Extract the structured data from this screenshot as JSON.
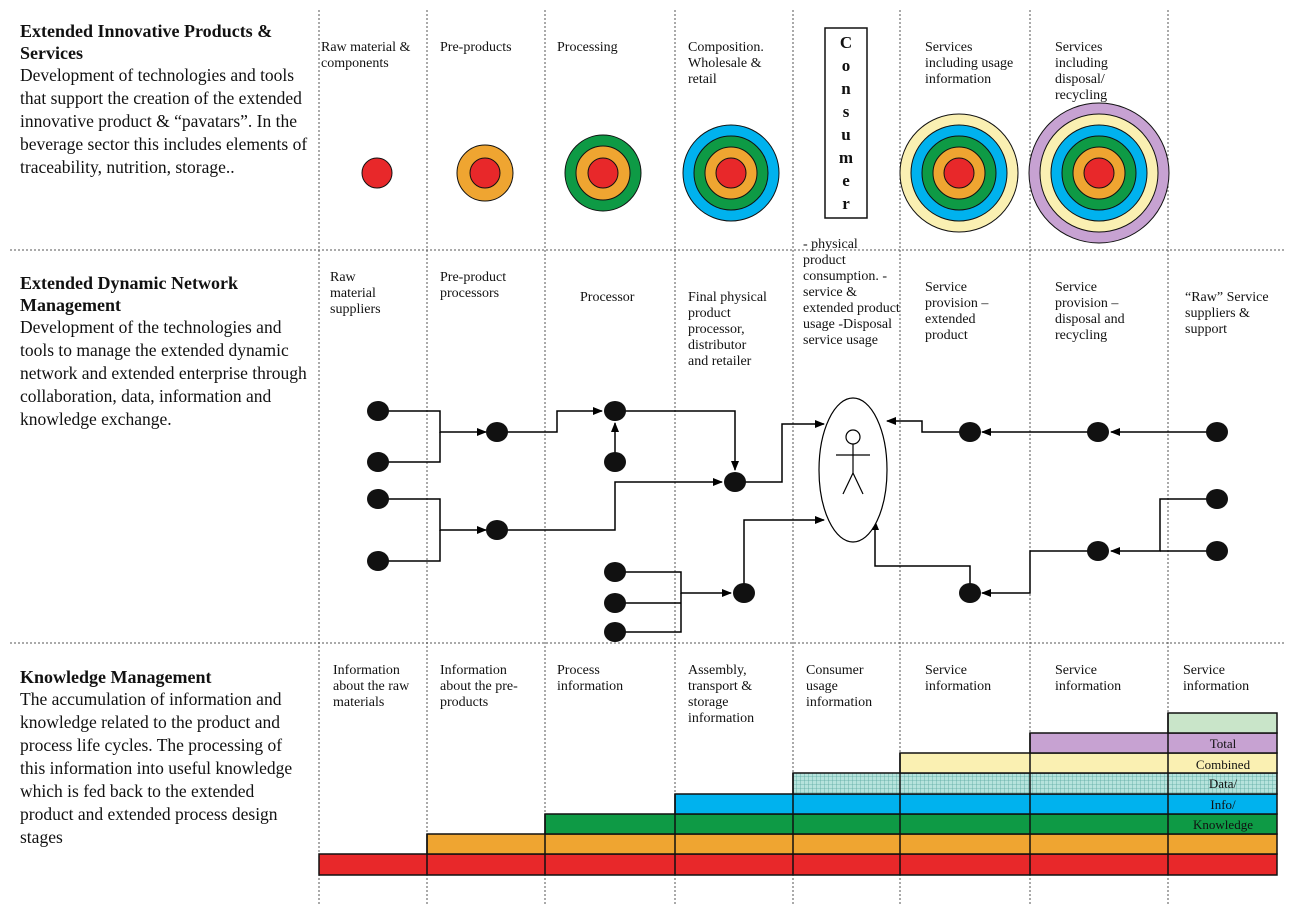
{
  "rows": [
    {
      "title": "Extended Innovative Products & Services",
      "body": "Development of technologies and tools that support the creation of the extended innovative product & “pavatars”. In the beverage sector this includes elements of traceability, nutrition, storage.."
    },
    {
      "title": "Extended Dynamic Network Management",
      "body": "Development of the technologies and tools to manage the extended dynamic network and extended enterprise through collaboration, data, information and knowledge exchange."
    },
    {
      "title": "Knowledge Management",
      "body": "The accumulation of information and knowledge related to the product and process life cycles. The processing of this information into useful knowledge which is fed back to the extended product and extended process design stages"
    }
  ],
  "stages": [
    "Raw material & components",
    "Pre-products",
    "Processing",
    "Composition. Wholesale & retail",
    "Services including usage information",
    "Services including disposal/ recycling"
  ],
  "consumer_letters": [
    "C",
    "o",
    "n",
    "s",
    "u",
    "m",
    "e",
    "r"
  ],
  "network_labels": [
    "Raw material suppliers",
    "Pre-product processors",
    "Processor",
    "Final physical product processor, distributor and retailer",
    "- physical product consumption. -service & extended product usage -Disposal service usage",
    "Service provision – extended product",
    "Service provision – disposal and recycling",
    "“Raw” Service suppliers & support"
  ],
  "knowledge_labels": [
    "Information about the raw materials",
    "Information about the pre-products",
    "Process information",
    "Assembly, transport & storage information",
    "Consumer usage information",
    "Service information",
    "Service information",
    "Service information"
  ],
  "stack_labels": [
    "Total",
    "Combined",
    "Data/",
    "Info/",
    "Knowledge"
  ],
  "colors": {
    "red": "#e8282a",
    "orange": "#efa531",
    "green": "#0e9a45",
    "cyan": "#00b2ee",
    "yellow": "#faf0b2",
    "purple": "#c7a2d2",
    "lightgreen": "#c9e5c9",
    "node": "#111111"
  }
}
